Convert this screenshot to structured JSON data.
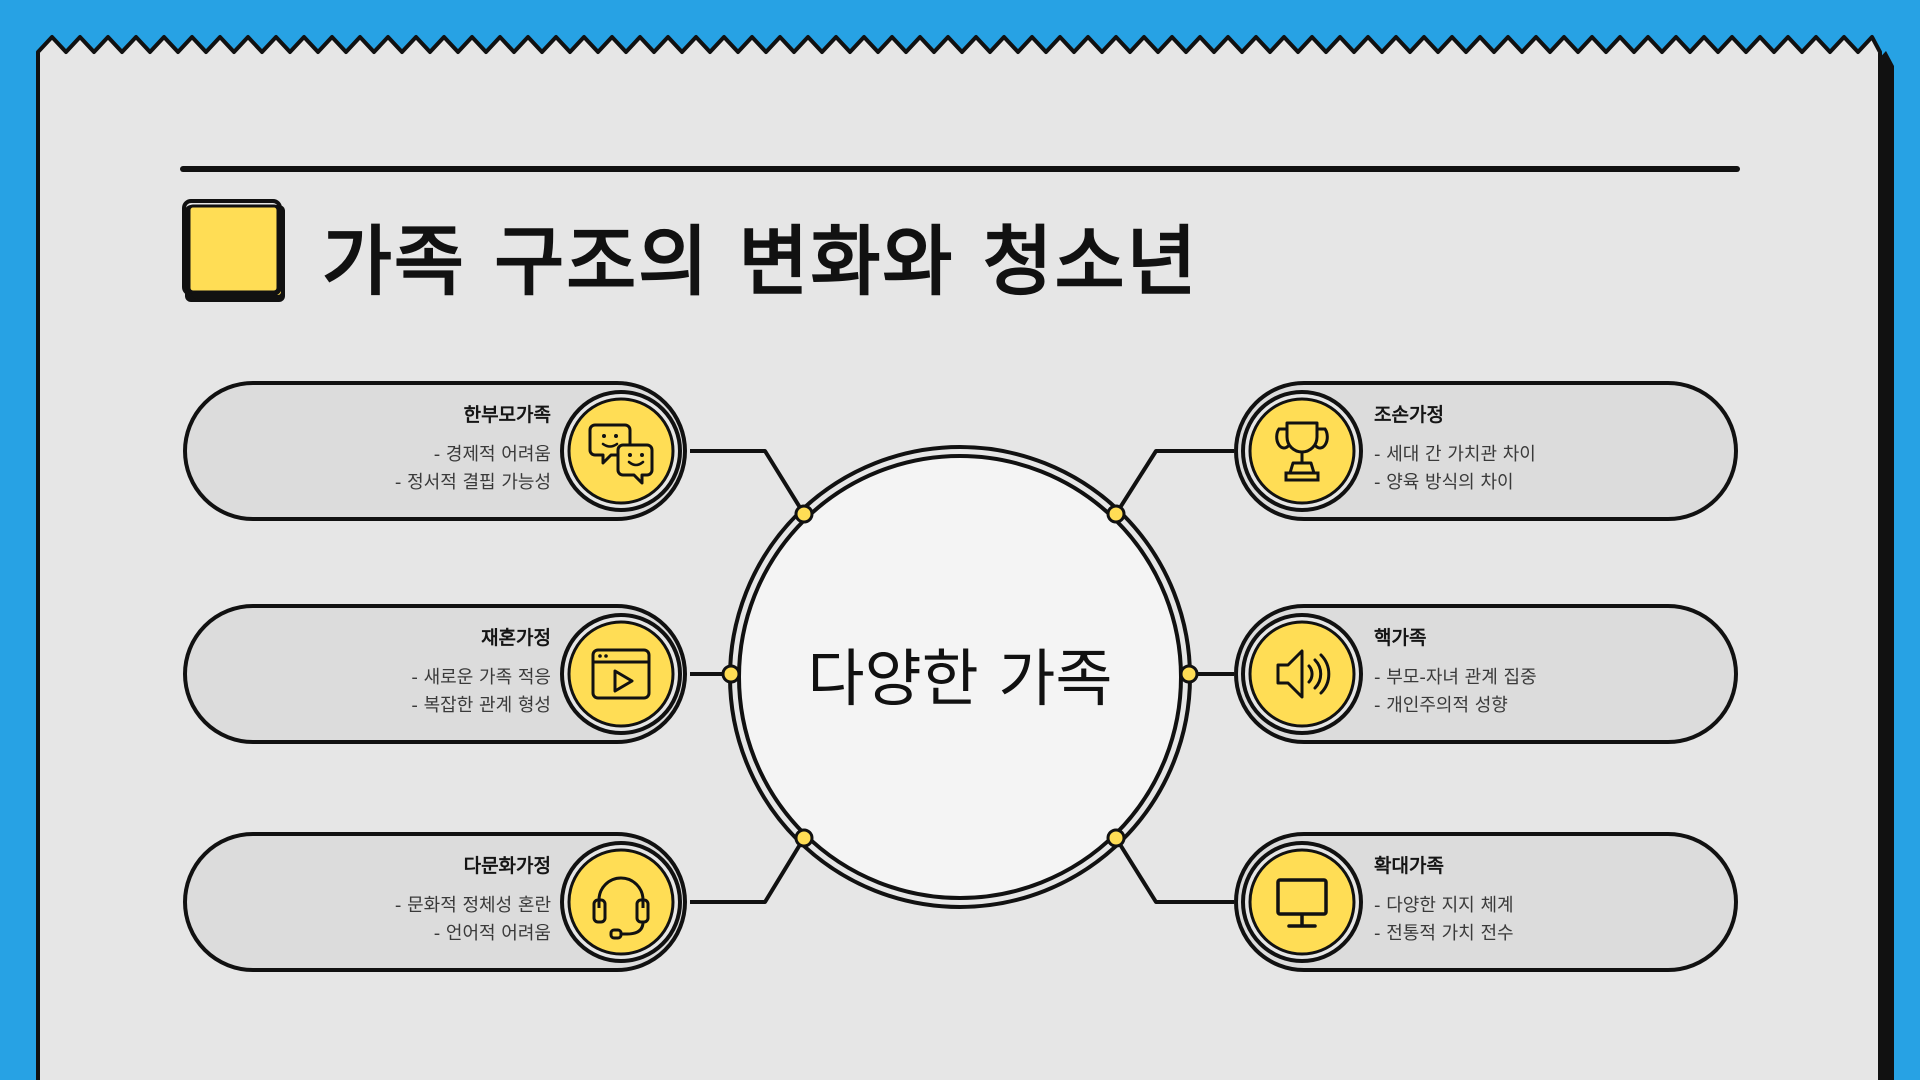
{
  "slide": {
    "title": "가족 구조의 변화와 청소년",
    "colors": {
      "background": "#27A2E4",
      "paper": "#E6E6E6",
      "accent": "#FFDD55",
      "ink": "#111111"
    }
  },
  "diagram": {
    "center": "다양한 가족",
    "left": [
      {
        "title": "한부모가족",
        "lines": [
          "- 경제적 어려움",
          "- 정서적 결핍 가능성"
        ],
        "icon": "chat-bubbles-icon"
      },
      {
        "title": "재혼가정",
        "lines": [
          "- 새로운 가족 적응",
          "- 복잡한 관계 형성"
        ],
        "icon": "video-player-icon"
      },
      {
        "title": "다문화가정",
        "lines": [
          "- 문화적 정체성 혼란",
          "- 언어적 어려움"
        ],
        "icon": "headset-icon"
      }
    ],
    "right": [
      {
        "title": "조손가정",
        "lines": [
          "- 세대 간 가치관 차이",
          "- 양육 방식의 차이"
        ],
        "icon": "trophy-icon"
      },
      {
        "title": "핵가족",
        "lines": [
          "- 부모-자녀 관계 집중",
          "- 개인주의적 성향"
        ],
        "icon": "speaker-icon"
      },
      {
        "title": "확대가족",
        "lines": [
          "- 다양한 지지 체계",
          "- 전통적 가치 전수"
        ],
        "icon": "monitor-icon"
      }
    ]
  }
}
